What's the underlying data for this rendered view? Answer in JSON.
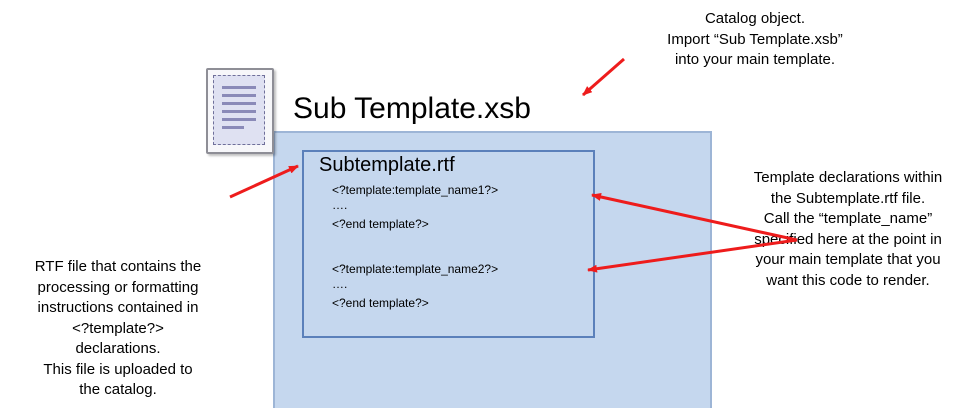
{
  "catalog_callout": {
    "lines": [
      "Catalog object.",
      "Import “Sub Template.xsb”",
      "into your main template."
    ]
  },
  "file_title": "Sub Template.xsb",
  "rtf_box": {
    "title": "Subtemplate.rtf",
    "code_lines": [
      "<?template:template_name1?>",
      "….",
      "<?end template?>",
      "<?template:template_name2?>",
      "….",
      "<?end template?>"
    ]
  },
  "left_callout": {
    "lines": [
      "RTF file that contains the",
      "processing or formatting",
      "instructions contained in",
      "<?template?>",
      "declarations.",
      "This file is uploaded to",
      "the catalog."
    ]
  },
  "right_callout": {
    "lines": [
      "Template declarations within",
      "the Subtemplate.rtf file.",
      "Call the “template_name”",
      "specified here at the point in",
      "your main template that you",
      "want this code to render."
    ]
  },
  "colors": {
    "arrow": "#ee1c1c",
    "panel_fill": "#c5d7ee",
    "panel_border": "#9db5d6",
    "rtf_border": "#5b80ba"
  },
  "icons": {
    "file": "document-icon"
  }
}
